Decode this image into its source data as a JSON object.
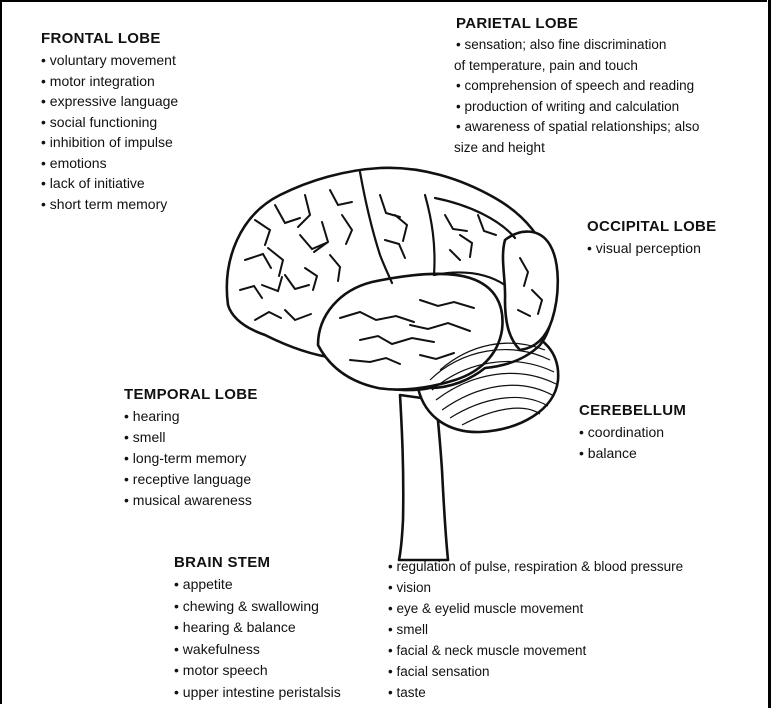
{
  "frontal": {
    "title": "FRONTAL LOBE",
    "items": [
      "• voluntary movement",
      "• motor integration",
      "• expressive language",
      "• social functioning",
      "• inhibition of impulse",
      "• emotions",
      "• lack of initiative",
      "• short term memory"
    ]
  },
  "parietal": {
    "title": "PARIETAL LOBE",
    "items": [
      "• sensation; also fine discrimination",
      "of temperature, pain and touch",
      "• comprehension of speech and reading",
      "• production of writing and calculation",
      "• awareness of spatial relationships; also",
      "size and height"
    ]
  },
  "occipital": {
    "title": "OCCIPITAL LOBE",
    "items": [
      "• visual perception"
    ]
  },
  "temporal": {
    "title": "TEMPORAL LOBE",
    "items": [
      "• hearing",
      "• smell",
      "• long-term memory",
      "• receptive language",
      "• musical awareness"
    ]
  },
  "cerebellum": {
    "title": "CEREBELLUM",
    "items": [
      "• coordination",
      "• balance"
    ]
  },
  "brainstem": {
    "title": "BRAIN STEM",
    "items_left": [
      "• appetite",
      "• chewing & swallowing",
      "• hearing & balance",
      "• wakefulness",
      "• motor speech",
      "• upper intestine peristalsis"
    ],
    "items_right": [
      "• regulation of pulse, respiration & blood pressure",
      "• vision",
      "• eye & eyelid muscle movement",
      "• smell",
      "• facial & neck muscle movement",
      "• facial sensation",
      "• taste"
    ]
  }
}
